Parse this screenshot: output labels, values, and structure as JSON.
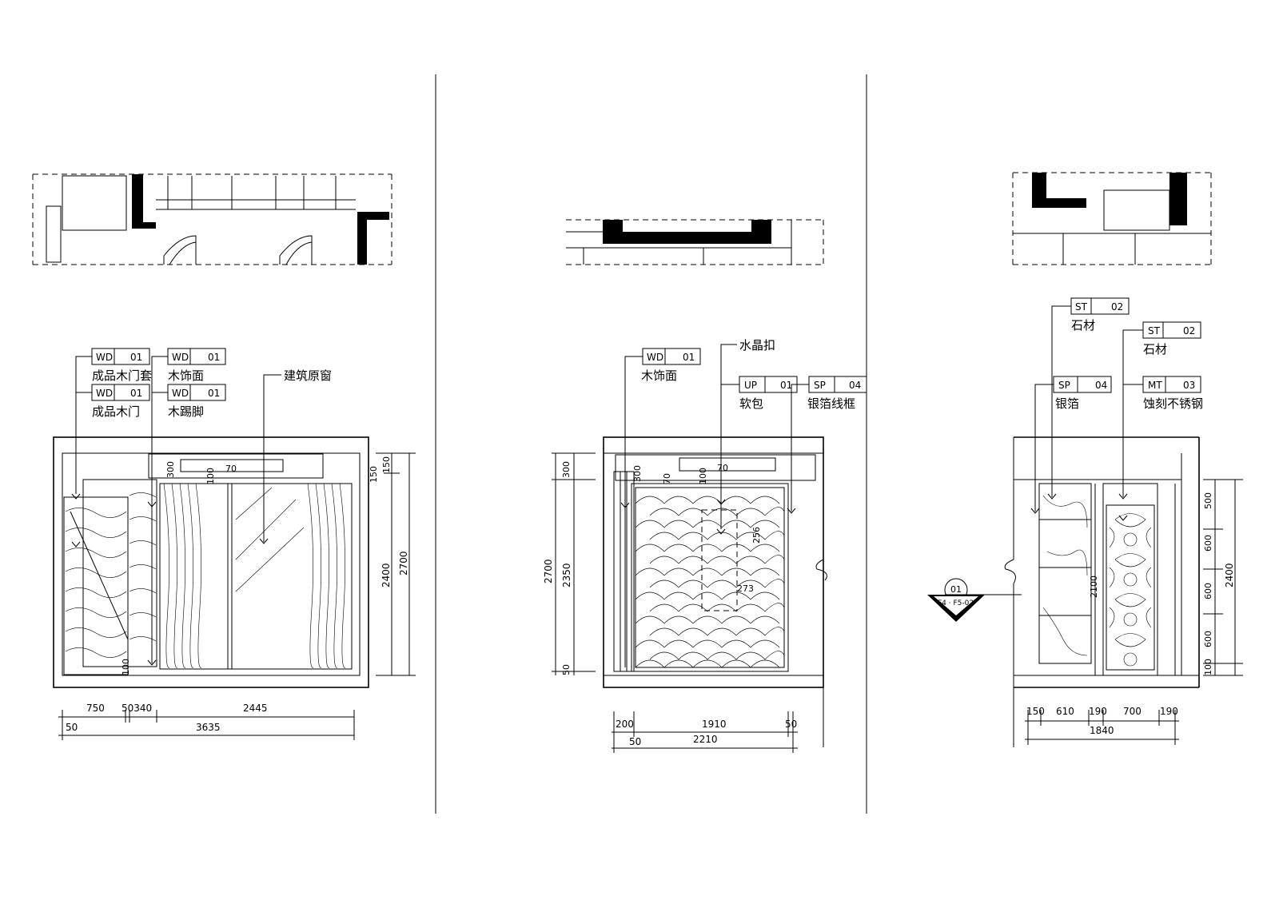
{
  "tags": {
    "wd01_a": {
      "code": "WD",
      "num": "01",
      "label": "成品木门套"
    },
    "wd01_b": {
      "code": "WD",
      "num": "01",
      "label": "木饰面"
    },
    "wd01_c": {
      "code": "WD",
      "num": "01",
      "label": "成品木门"
    },
    "wd01_d": {
      "code": "WD",
      "num": "01",
      "label": "木踢脚"
    },
    "window_label": "建筑原窗",
    "wd01_e": {
      "code": "WD",
      "num": "01",
      "label": "木饰面"
    },
    "crystal_label": "水晶扣",
    "up01": {
      "code": "UP",
      "num": "01",
      "label": "软包"
    },
    "sp04_a": {
      "code": "SP",
      "num": "04",
      "label": "银箔线框"
    },
    "st02_a": {
      "code": "ST",
      "num": "02",
      "label": "石材"
    },
    "st02_b": {
      "code": "ST",
      "num": "02",
      "label": "石材"
    },
    "sp04_b": {
      "code": "SP",
      "num": "04",
      "label": "银箔"
    },
    "mt03": {
      "code": "MT",
      "num": "03",
      "label": "蚀刻不锈钢"
    }
  },
  "dims": {
    "e1": {
      "d300": "300",
      "d70": "70",
      "d100": "100",
      "d150a": "150",
      "d150b": "150",
      "d2400": "2400",
      "d2700": "2700",
      "d100b": "100",
      "d750": "750",
      "d50340": "50340",
      "d2445": "2445",
      "d50": "50",
      "d3635": "3635"
    },
    "e2": {
      "d300": "300",
      "d2700": "2700",
      "d2350": "2350",
      "d50": "50",
      "d300b": "300",
      "d70": "70",
      "d100": "100",
      "d70b": "70",
      "d256": "256",
      "d273": "273",
      "d200": "200",
      "d1910": "1910",
      "d50b": "50",
      "d50c": "50",
      "d2210": "2210"
    },
    "e3": {
      "d500": "500",
      "d600a": "600",
      "d600b": "600",
      "d600c": "600",
      "d100": "100",
      "d2400": "2400",
      "d2100": "2100",
      "d150": "150",
      "d610": "610",
      "d190a": "190",
      "d700": "700",
      "d190b": "190",
      "d1840": "1840"
    }
  },
  "section_marker": {
    "top": "01",
    "bottom": "F4 · F5-02"
  }
}
